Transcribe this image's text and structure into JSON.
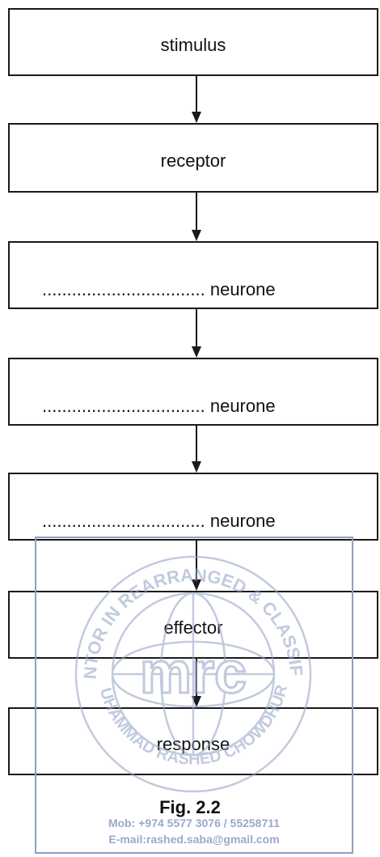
{
  "boxes": [
    {
      "label": "stimulus"
    },
    {
      "label": "receptor"
    },
    {
      "label": "neurone",
      "blank": "................................."
    },
    {
      "label": "neurone",
      "blank": "................................."
    },
    {
      "label": "neurone",
      "blank": "................................."
    },
    {
      "label": "effector"
    },
    {
      "label": "response"
    }
  ],
  "caption": "Fig. 2.2",
  "watermark": {
    "monogram": "mrc",
    "ring_text": "MENTOR IN REARRANGED & CLASSIFIED",
    "bottom_text": "MUHAMMAD RASHED CHOWDHURY",
    "mobile": "Mob: +974 5577 3076 / 55258711",
    "email": "E-mail:rashed.saba@gmail.com",
    "color": "#8f9fc4"
  }
}
